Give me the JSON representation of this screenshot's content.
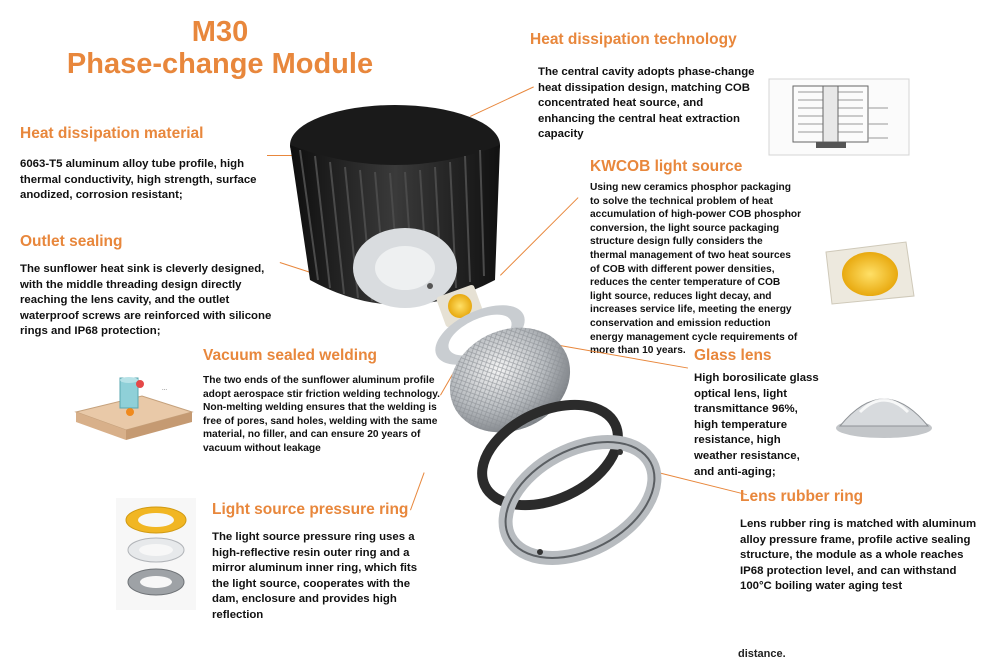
{
  "title": {
    "line1": "M30",
    "line2": "Phase-change Module"
  },
  "sections": {
    "heat_dissipation_technology": {
      "heading": "Heat dissipation technology",
      "body": "The central cavity adopts phase-change heat dissipation design, matching COB concentrated heat source, and enhancing the central heat extraction capacity"
    },
    "heat_dissipation_material": {
      "heading": "Heat dissipation material",
      "body": "6063-T5 aluminum alloy tube profile, high thermal conductivity, high strength, surface anodized, corrosion resistant;"
    },
    "kwcob_light_source": {
      "heading": "KWCOB light source",
      "body": "Using new ceramics phosphor packaging to solve the technical problem of heat accumulation of high-power COB phosphor conversion, the light source packaging structure design fully considers the thermal management of two heat sources of COB with different power densities, reduces the center temperature of COB light source, reduces light decay, and increases service life, meeting the energy conservation and emission reduction energy management cycle requirements of more than 10 years."
    },
    "outlet_sealing": {
      "heading": "Outlet sealing",
      "body": "The sunflower heat sink is cleverly designed, with the middle threading design directly reaching the lens cavity, and the outlet waterproof screws are reinforced with silicone rings and IP68 protection;"
    },
    "vacuum_sealed_welding": {
      "heading": "Vacuum sealed welding",
      "body": "The two ends of the sunflower aluminum profile adopt aerospace stir friction welding technology. Non-melting welding ensures that the welding is free of pores, sand holes, welding with the same material, no filler, and can ensure 20 years of vacuum without leakage"
    },
    "glass_lens": {
      "heading": "Glass lens",
      "body": "High borosilicate glass optical lens, light transmittance 96%, high temperature resistance, high weather resistance, and anti-aging;"
    },
    "light_source_pressure_ring": {
      "heading": "Light source pressure ring",
      "body": "The light source pressure ring uses a high-reflective resin outer ring and a mirror aluminum inner ring, which fits the light source, cooperates with the dam, enclosure and provides high reflection"
    },
    "lens_rubber_ring": {
      "heading": "Lens rubber ring",
      "body": "Lens rubber ring is matched with aluminum alloy pressure frame, profile active sealing structure, the module as a whole reaches IP68 protection level, and can withstand 100°C boiling water aging test"
    }
  },
  "clipped_bottom_text": "distance.",
  "colors": {
    "accent": "#e8873c",
    "heatsink": "#1f1f1f",
    "aluminum": "#c9cdd1",
    "rubber": "#2b2b2b",
    "cob_yellow": "#f6c21c"
  }
}
